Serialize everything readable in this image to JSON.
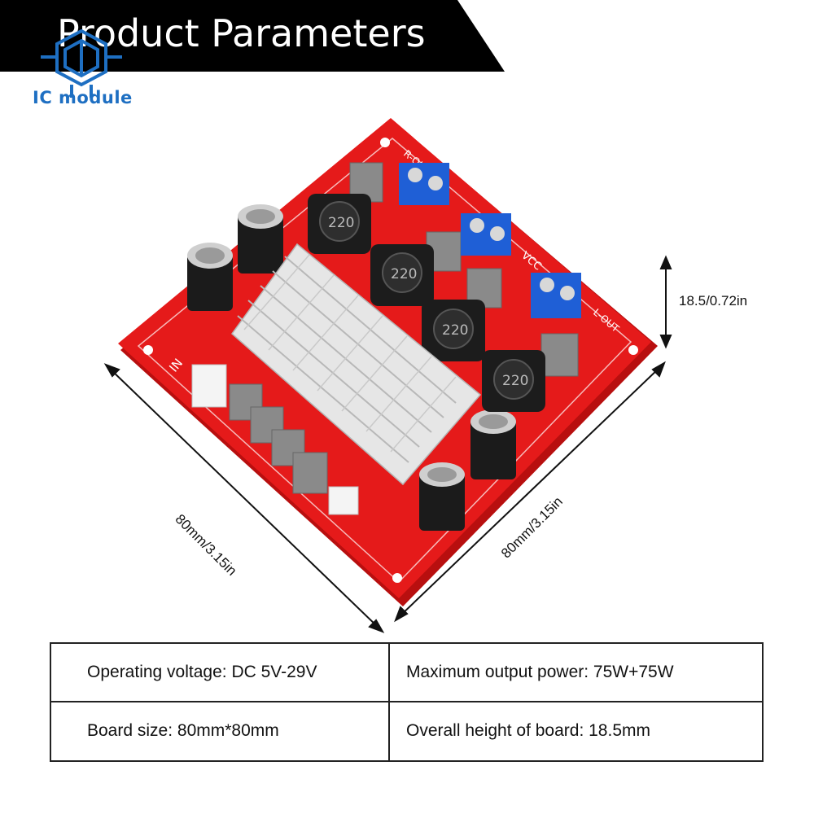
{
  "header": {
    "title": "Product Parameters",
    "logo_text": "IC module"
  },
  "board": {
    "inductor_label": "220",
    "silk_labels": [
      "R-OUT",
      "VCC",
      "L-OUT",
      "IN"
    ]
  },
  "dimensions": {
    "left_edge": "80mm/3.15in",
    "right_edge": "80mm/3.15in",
    "height": "18.5/0.72in"
  },
  "specs": {
    "operating_voltage": "Operating voltage: DC 5V-29V",
    "max_output_power": "Maximum output power: 75W+75W",
    "board_size": "Board size: 80mm*80mm",
    "overall_height": "Overall height of board: 18.5mm"
  },
  "colors": {
    "banner": "#000000",
    "board": "#e51a1a",
    "logo": "#1e6fc2",
    "terminal": "#1f5fd6"
  }
}
